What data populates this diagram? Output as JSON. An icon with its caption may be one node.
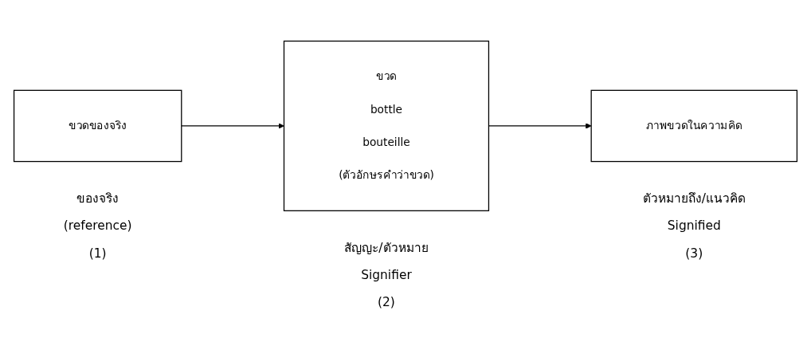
{
  "diagram": {
    "nodes": [
      {
        "text": [
          "ขวดของจริง"
        ],
        "beside": [
          "ของจริง",
          "(reference)",
          "(1)"
        ]
      },
      {
        "text": [
          "ขวด",
          "bottle",
          "bouteille",
          "(ตัวอักษรคำว่าขวด)"
        ],
        "beside": [
          "สัญญะ/ตัวหมาย",
          "Signifier",
          "(2)"
        ]
      },
      {
        "text": [
          "ภาพขวดในความคิด"
        ],
        "beside": [
          "ตัวหมายถึง/แนวคิด",
          "Signified",
          "(3)"
        ]
      }
    ],
    "edges": [
      {
        "from": 0,
        "to": 1,
        "arrow": "to"
      },
      {
        "from": 1,
        "to": 2,
        "arrow": "to"
      }
    ]
  }
}
